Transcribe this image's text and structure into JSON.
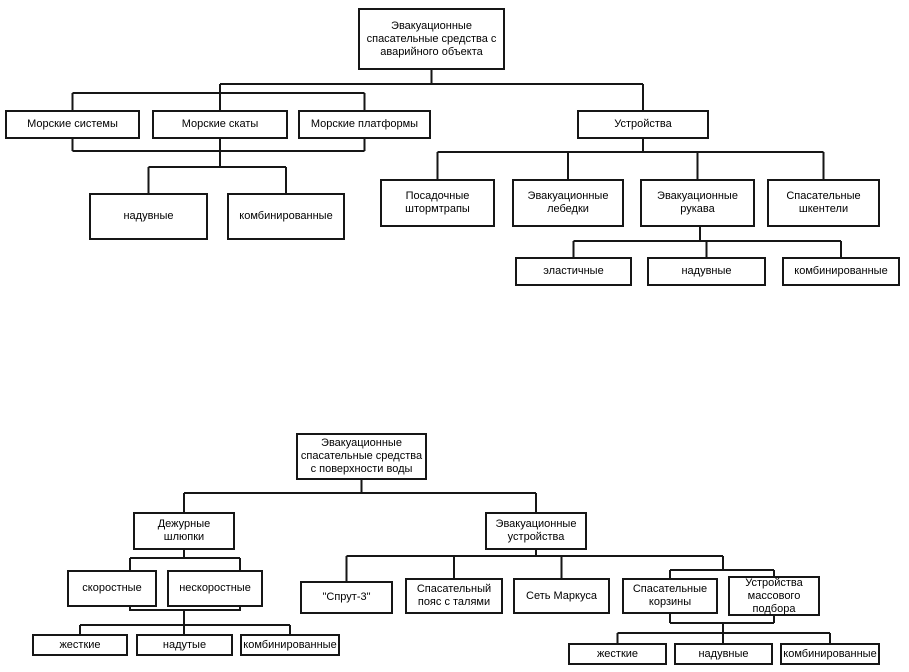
{
  "colors": {
    "background": "#ffffff",
    "line": "#161616",
    "box_border": "#161616",
    "text": "#000000"
  },
  "d1": {
    "name": "Эвакуационные спасательные средства с аварийного объекта",
    "nodes": [
      {
        "id": "evac-from-emergency-object",
        "label": "Эвакуационные спасательные средства с аварийного объекта"
      },
      {
        "id": "marine-systems",
        "label": "Морские системы"
      },
      {
        "id": "marine-slipways",
        "label": "Морские скаты"
      },
      {
        "id": "marine-platforms",
        "label": "Морские платформы"
      },
      {
        "id": "devices",
        "label": "Устройства"
      },
      {
        "id": "inflatable",
        "label": "надувные"
      },
      {
        "id": "combined",
        "label": "комбинированные"
      },
      {
        "id": "boarding-storm-ladders",
        "label": "Посадочные штормтрапы"
      },
      {
        "id": "evacuation-winches",
        "label": "Эвакуационные лебедки"
      },
      {
        "id": "evacuation-chutes",
        "label": "Эвакуационные рукава"
      },
      {
        "id": "rescue-pendants",
        "label": "Спасательные шкентели"
      },
      {
        "id": "elastic",
        "label": "эластичные"
      },
      {
        "id": "inflatable-chutes",
        "label": "надувные"
      },
      {
        "id": "combined-chutes",
        "label": "комбинированные"
      }
    ],
    "structure": {
      "Эвакуационные спасательные средства с аварийного объекта": {
        "Морские системы | Морские скаты | Морские платформы": [
          "надувные",
          "комбинированные"
        ],
        "Устройства": {
          "Посадочные штормтрапы": [],
          "Эвакуационные лебедки": [],
          "Эвакуационные рукава": [
            "эластичные",
            "надувные",
            "комбинированные"
          ],
          "Спасательные шкентели": []
        }
      }
    }
  },
  "d2": {
    "name": "Эвакуационные спасательные средства с поверхности воды",
    "nodes": [
      {
        "id": "evac-from-water-surface",
        "label": "Эвакуационные спасательные средства с поверхности воды"
      },
      {
        "id": "duty-boats",
        "label": "Дежурные шлюпки"
      },
      {
        "id": "evacuation-devices",
        "label": "Эвакуационные устройства"
      },
      {
        "id": "fast",
        "label": "скоростные"
      },
      {
        "id": "non-fast",
        "label": "нескоростные"
      },
      {
        "id": "rigid",
        "label": "жесткие"
      },
      {
        "id": "inflated",
        "label": "надутые"
      },
      {
        "id": "combined",
        "label": "комбинированные"
      },
      {
        "id": "sprut-3",
        "label": "\"Спрут-3\""
      },
      {
        "id": "rescue-belt-with-tackles",
        "label": "Спасательный пояс с талями"
      },
      {
        "id": "markus-net",
        "label": "Сеть Маркуса"
      },
      {
        "id": "rescue-baskets",
        "label": "Спасательные корзины"
      },
      {
        "id": "mass-pickup-devices",
        "label": "Устройства массового подбора"
      },
      {
        "id": "rigid-2",
        "label": "жесткие"
      },
      {
        "id": "inflatable-2",
        "label": "надувные"
      },
      {
        "id": "combined-2",
        "label": "комбинированные"
      }
    ],
    "structure": {
      "Эвакуационные спасательные средства с поверхности воды": {
        "Дежурные шлюпки": {
          "скоростные | нескоростные": [
            "жесткие",
            "надутые",
            "комбинированные"
          ]
        },
        "Эвакуационные устройства": {
          "\"Спрут-3\"": [],
          "Спасательный пояс с талями": [],
          "Сеть Маркуса": [],
          "Спасательные корзины | Устройства массового подбора": [
            "жесткие",
            "надувные",
            "комбинированные"
          ]
        }
      }
    }
  }
}
